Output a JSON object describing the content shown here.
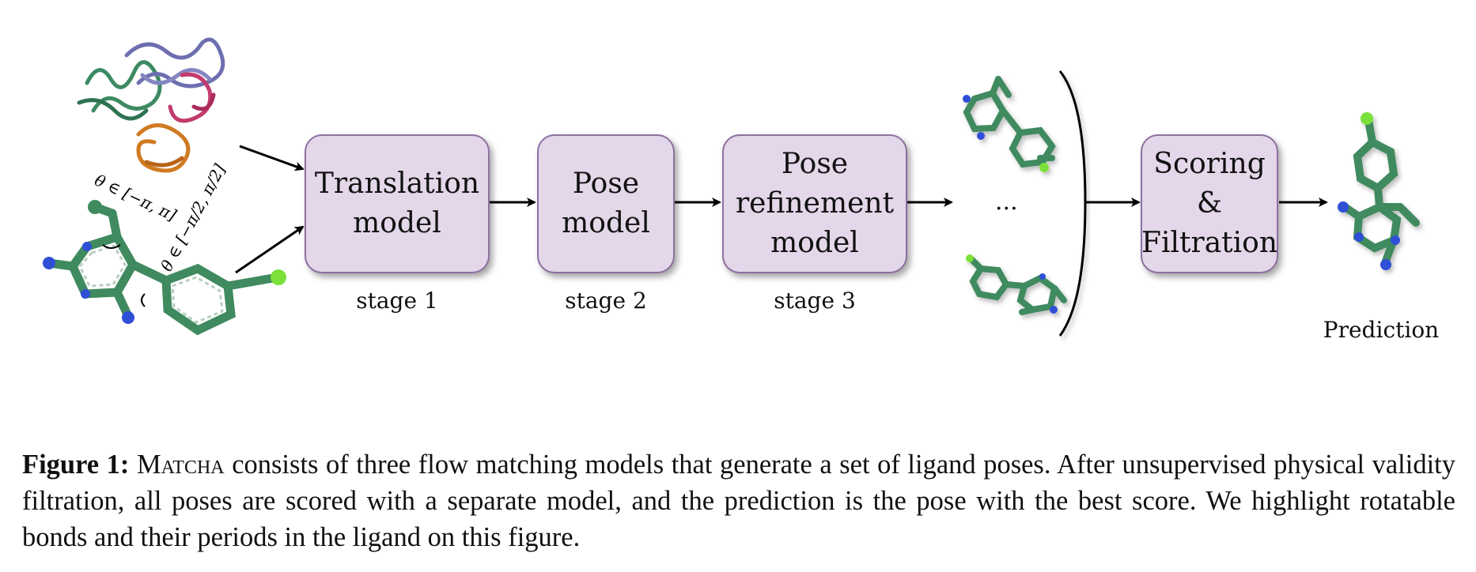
{
  "diagram": {
    "stages": [
      {
        "lines": [
          "Translation",
          "model"
        ],
        "caption": "stage 1"
      },
      {
        "lines": [
          "Pose",
          "model"
        ],
        "caption": "stage 2"
      },
      {
        "lines": [
          "Pose",
          "refinement",
          "model"
        ],
        "caption": "stage 3"
      }
    ],
    "scoring": {
      "lines": [
        "Scoring",
        "&",
        "Filtration"
      ]
    },
    "ellipsis": "...",
    "prediction_label": "Prediction",
    "rotation_labels": {
      "bond1": "θ ∈ [−π, π]",
      "bond2": "θ ∈ [−π/2, π/2]"
    },
    "colors": {
      "box_fill": "#e3d7e9",
      "box_border": "#8e6fa2",
      "ligand_carbon": "#3f8a5f",
      "ligand_nitrogen": "#2f4fd6",
      "ligand_halogen": "#7be03a",
      "protein_chain_green": "#3d8a63",
      "protein_chain_blue": "#6d6fb0",
      "protein_chain_magenta": "#c23a6e",
      "protein_chain_orange": "#d07a22"
    }
  },
  "caption": {
    "label": "Figure 1:",
    "name": "Matcha",
    "text": " consists of three flow matching models that generate a set of ligand poses. After unsupervised physical validity filtration, all poses are scored with a separate model, and the prediction is the pose with the best score. We highlight rotatable bonds and their periods in the ligand on this figure."
  }
}
